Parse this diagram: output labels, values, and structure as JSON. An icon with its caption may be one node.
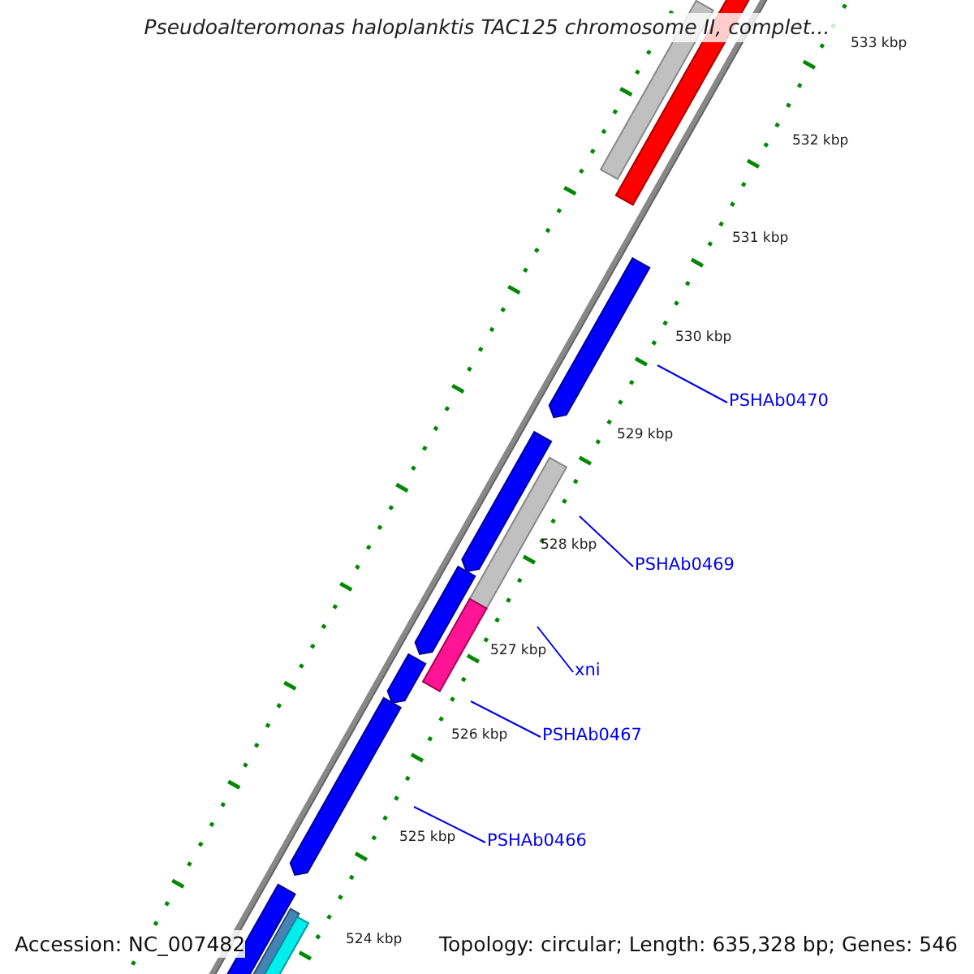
{
  "diagram": {
    "title": "Pseudoalteromonas haloplanktis TAC125 chromosome II, complet...",
    "nodes": [
      {
        "text": [
          "PSHAb0470"
        ]
      },
      {
        "text": [
          "PSHAb0469"
        ]
      },
      {
        "text": [
          "xni"
        ]
      },
      {
        "text": [
          "PSHAb0467"
        ]
      },
      {
        "text": [
          "PSHAb0466"
        ]
      }
    ],
    "edges": [
      {
        "from": 0,
        "to": null,
        "arrow": "none"
      },
      {
        "from": 1,
        "to": null,
        "arrow": "none"
      },
      {
        "from": 2,
        "to": null,
        "arrow": "none"
      },
      {
        "from": 3,
        "to": null,
        "arrow": "none"
      },
      {
        "from": 4,
        "to": null,
        "arrow": "none"
      }
    ],
    "labels": [
      "533 kbp",
      "532 kbp",
      "531 kbp",
      "530 kbp",
      "529 kbp",
      "528 kbp",
      "527 kbp",
      "526 kbp",
      "525 kbp",
      "524 kbp",
      "Accession: NC_007482",
      "Topology: circular; Length: 635,328 bp; Genes: 546"
    ]
  }
}
